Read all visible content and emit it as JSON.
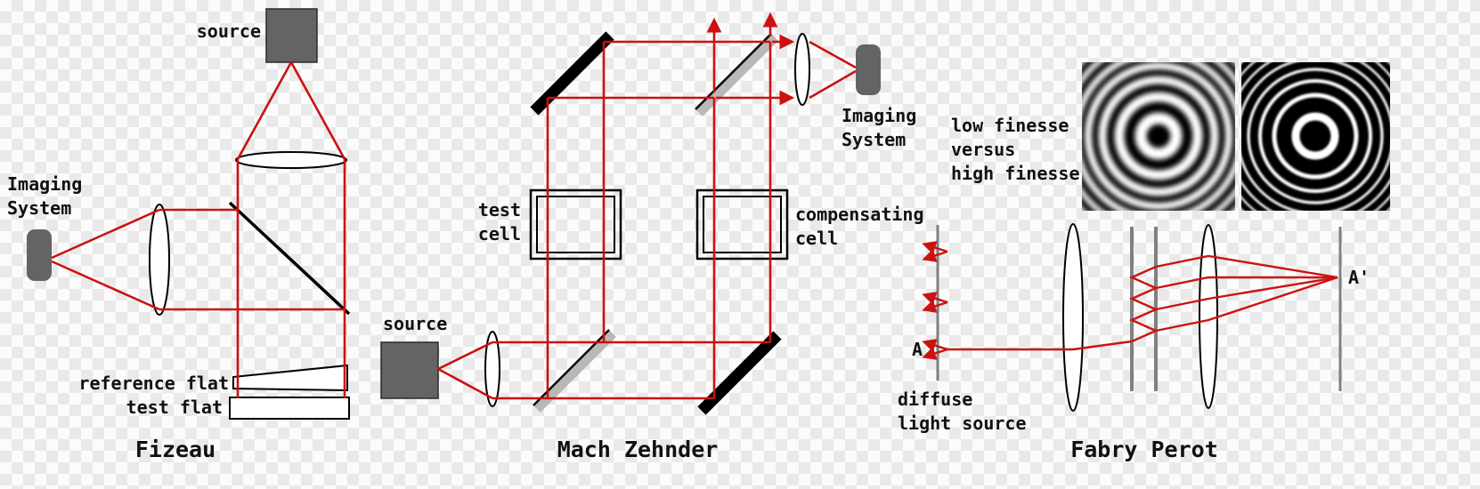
{
  "colors": {
    "beam": "#cc1111",
    "mirror": "#000000",
    "beamsplitter": "#b8b8b8",
    "device": "#646464",
    "plate": "#808080",
    "fringe_background": "#000000",
    "fringe_rings": "#ffffff",
    "text": "#111111",
    "checker_light": "#fbfbfb",
    "checker_dark": "#e9e9e9"
  },
  "fizeau": {
    "title": "Fizeau",
    "source_label": "source",
    "imaging_system": [
      "Imaging",
      "System"
    ],
    "reference_flat_label": "reference flat",
    "test_flat_label": "test flat"
  },
  "mach_zehnder": {
    "title": "Mach Zehnder",
    "source_label": "source",
    "test_cell": [
      "test",
      "cell"
    ],
    "compensating_cell": [
      "compensating",
      "cell"
    ],
    "imaging_system": [
      "Imaging",
      "System"
    ]
  },
  "fabry_perot": {
    "title": "Fabry Perot",
    "finesse_caption": [
      "low finesse",
      "versus",
      "high finesse"
    ],
    "diffuse_source": [
      "diffuse",
      "light source"
    ],
    "point_a": "A",
    "point_a_prime": "A'"
  }
}
